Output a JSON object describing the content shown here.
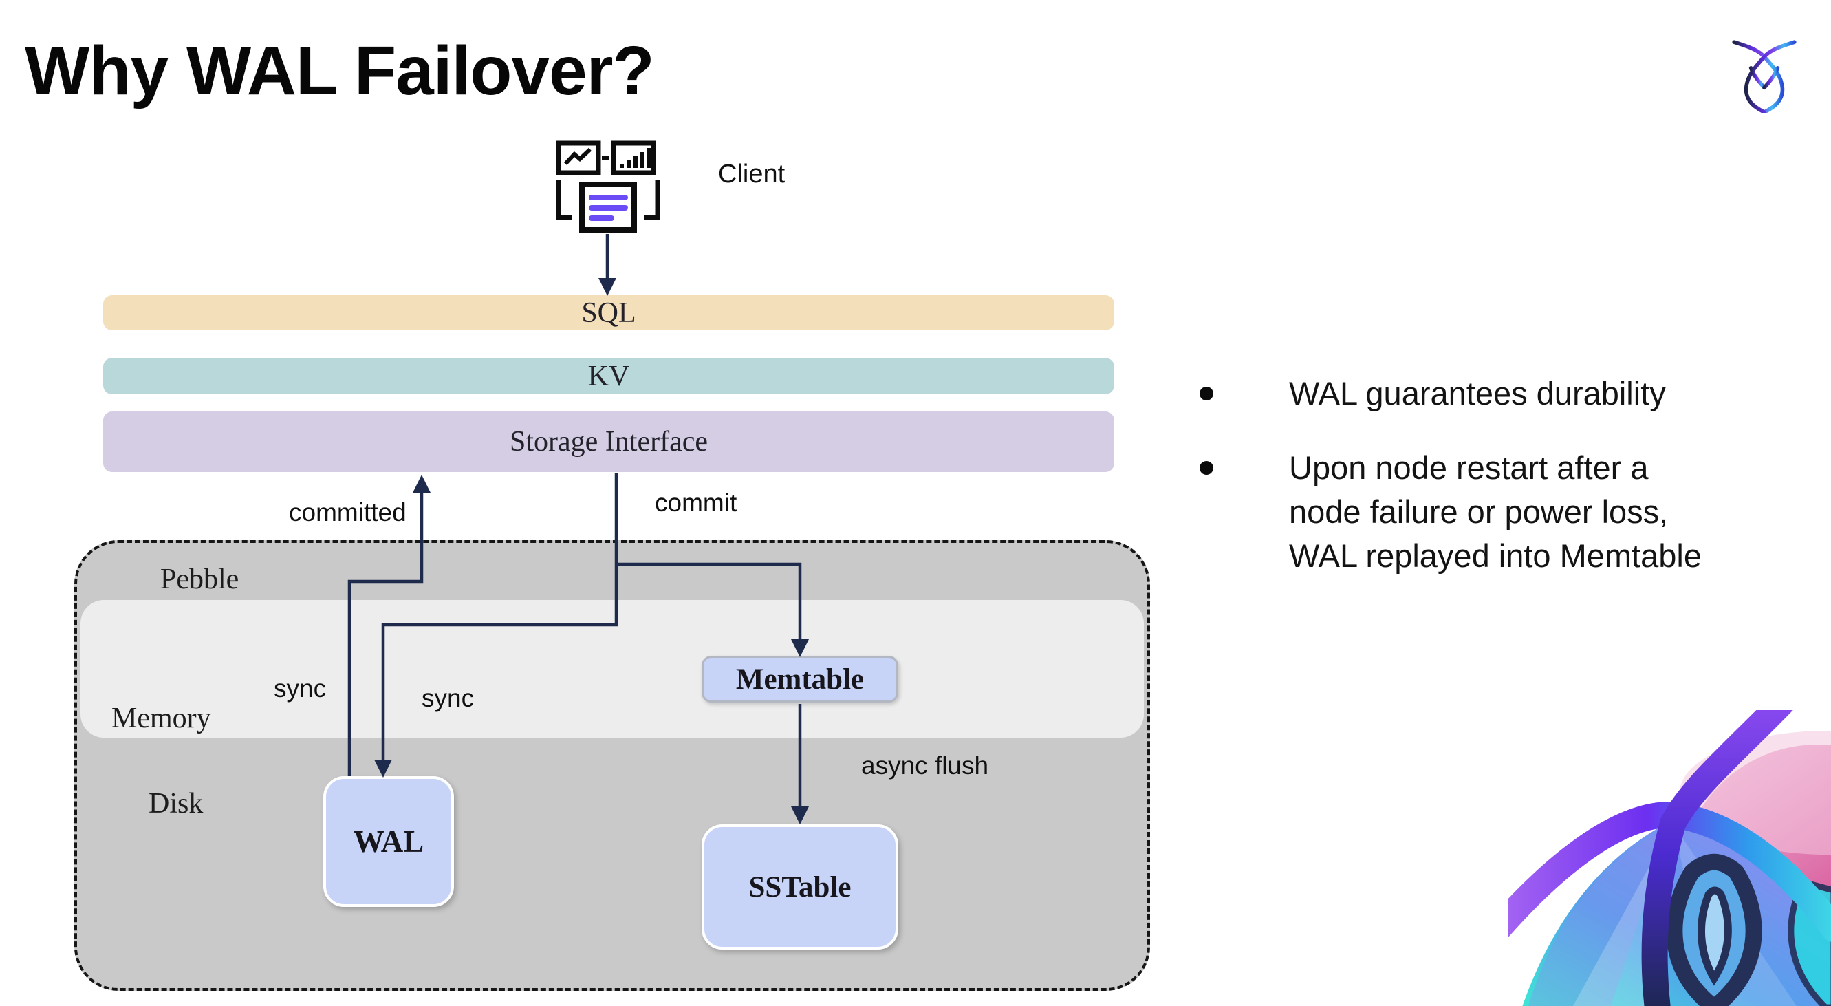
{
  "slide": {
    "title": "Why WAL Failover?"
  },
  "bullets": [
    {
      "lines": [
        "WAL guarantees durability"
      ]
    },
    {
      "lines": [
        "Upon node restart after a",
        "node failure or power loss,",
        "WAL replayed into Memtable"
      ]
    }
  ],
  "diagram": {
    "client": {
      "label": "Client",
      "icon": "client-workstation-icon"
    },
    "layers": [
      {
        "label": "SQL",
        "color": "#f3dfba"
      },
      {
        "label": "KV",
        "color": "#b9d8da"
      },
      {
        "label": "Storage Interface",
        "color": "#d4cde4"
      }
    ],
    "pebble": {
      "label": "Pebble",
      "fill": "#c9c9c9"
    },
    "memory": {
      "label": "Memory",
      "fill": "#ededed"
    },
    "disk": {
      "label": "Disk"
    },
    "nodes": [
      {
        "label": "WAL",
        "fill": "#c7d4f8"
      },
      {
        "label": "Memtable",
        "fill": "#c7d4f8"
      },
      {
        "label": "SSTable",
        "fill": "#c7d4f8"
      }
    ],
    "edge_labels": {
      "committed": "committed",
      "commit": "commit",
      "sync_left": "sync",
      "sync_right": "sync",
      "async_flush": "async flush"
    },
    "arrow_color": "#1f2b4d"
  },
  "branding": {
    "logo_icon": "cockroachdb-logo",
    "deco_icon": "cockroach-brand-graphic"
  }
}
